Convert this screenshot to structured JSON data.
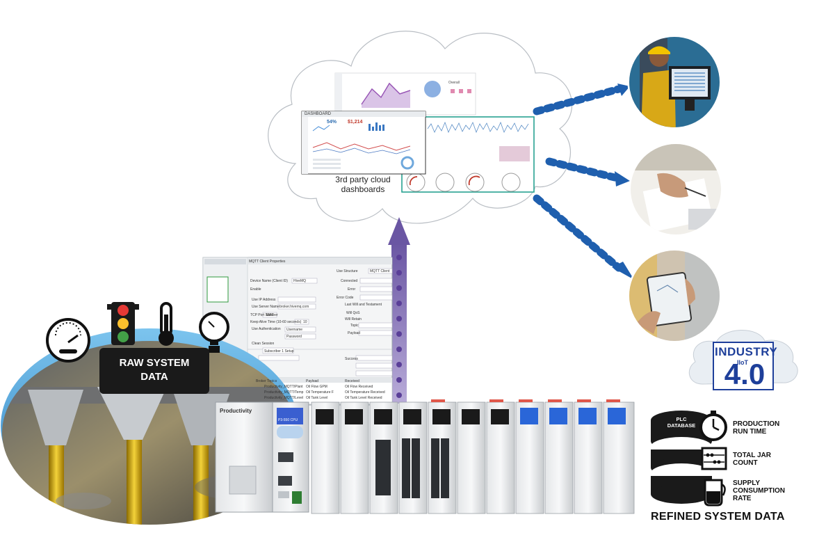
{
  "cloud": {
    "caption_line1": "3rd party cloud",
    "caption_line2": "dashboards",
    "dashboard_title": "DASHBOARD",
    "kpi_1": "54%",
    "kpi_2": "$1,214"
  },
  "raw": {
    "line1": "RAW SYSTEM",
    "line2": "DATA"
  },
  "refined": {
    "title": "REFINED SYSTEM DATA",
    "plc_db_line1": "PLC",
    "plc_db_line2": "DATABASE",
    "metrics": [
      {
        "line1": "PRODUCTION",
        "line2": "RUN TIME",
        "line3": ""
      },
      {
        "line1": "TOTAL JAR",
        "line2": "COUNT",
        "line3": ""
      },
      {
        "line1": "SUPPLY",
        "line2": "CONSUMPTION",
        "line3": "RATE"
      }
    ]
  },
  "badge": {
    "top": "INDUSTRY",
    "sub": "IIoT",
    "num": "4.0"
  },
  "plc": {
    "brand": "Productivity",
    "cpu_label": "P3-550 CPU"
  },
  "mqtt": {
    "window_title": "MQTT Client Properties",
    "device_name_label": "Device Name (Client ID)",
    "device_name_value": "HiveMQ",
    "use_structure": "Use Structure",
    "structure_value": "MQTT Client",
    "enable_label": "Enable",
    "connected_label": "Connected",
    "error_label": "Error",
    "error_code_label": "Error Code",
    "use_ip": "Use IP Address",
    "use_server": "Use Server Name",
    "server_value": "broker.hivemq.com",
    "tcp_port_label": "TCP Port Number",
    "tcp_port_value": "1883",
    "keep_alive_label": "Keep Alive Time (10-60 seconds)",
    "keep_alive_value": "10",
    "use_auth": "Use Authentication",
    "username": "Username",
    "password": "Password",
    "last_will": "Last Will and Testament",
    "will_qos": "Will QoS",
    "will_retain": "Will Retain",
    "topic": "Topic",
    "payload": "Payload",
    "clean_session": "Clean Session",
    "subscriber_tab": "Subscriber 1 Setup",
    "success_label": "Success",
    "col_topics": "Broker Topics",
    "col_payload": "Payload",
    "col_received": "Received",
    "rows": [
      {
        "topic": "Productivity_MQTT/Plant",
        "payload": "Oil Flow GPM",
        "received": "Oil Flow Received"
      },
      {
        "topic": "Productivity_MQTT/Temp",
        "payload": "Oil Temperature F",
        "received": "Oil Temperature Received"
      },
      {
        "topic": "Productivity_MQTT/Level",
        "payload": "Oil Tank Level",
        "received": "Oil Tank Level Received"
      }
    ]
  },
  "colors": {
    "arrow_blue": "#1f5fae",
    "arrow_purple": "#8a7bb8",
    "raw_bubble": "#3d9bd6",
    "badge_blue": "#1e3f9a"
  }
}
